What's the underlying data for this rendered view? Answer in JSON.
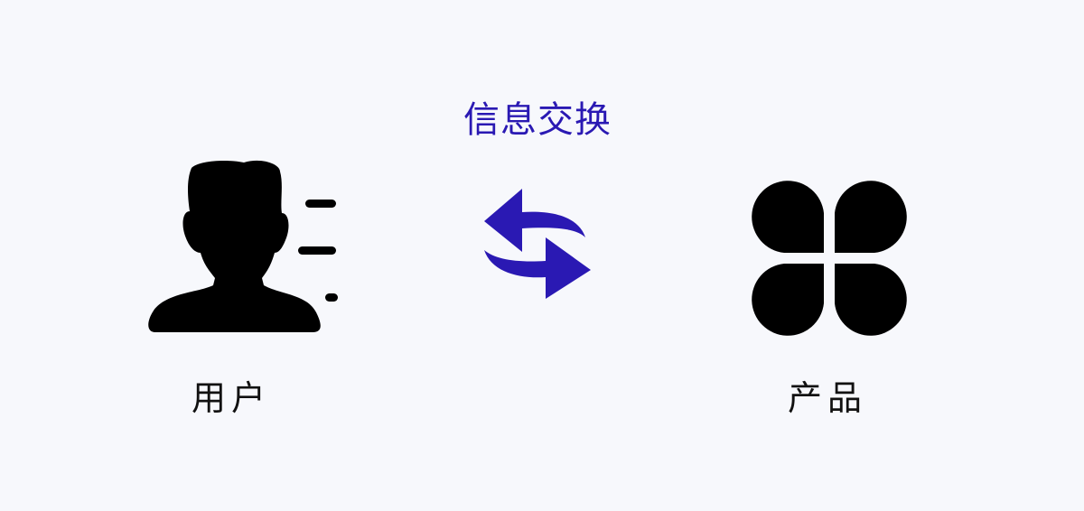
{
  "title": "信息交换",
  "nodes": {
    "user": {
      "label": "用户",
      "icon": "user-icon"
    },
    "exchange": {
      "icon": "swap-arrows-icon"
    },
    "product": {
      "label": "产品",
      "icon": "four-leaf-product-icon"
    }
  },
  "colors": {
    "background": "#f7f8fc",
    "accent": "#2a19b3",
    "icon": "#000000",
    "text": "#111111"
  }
}
